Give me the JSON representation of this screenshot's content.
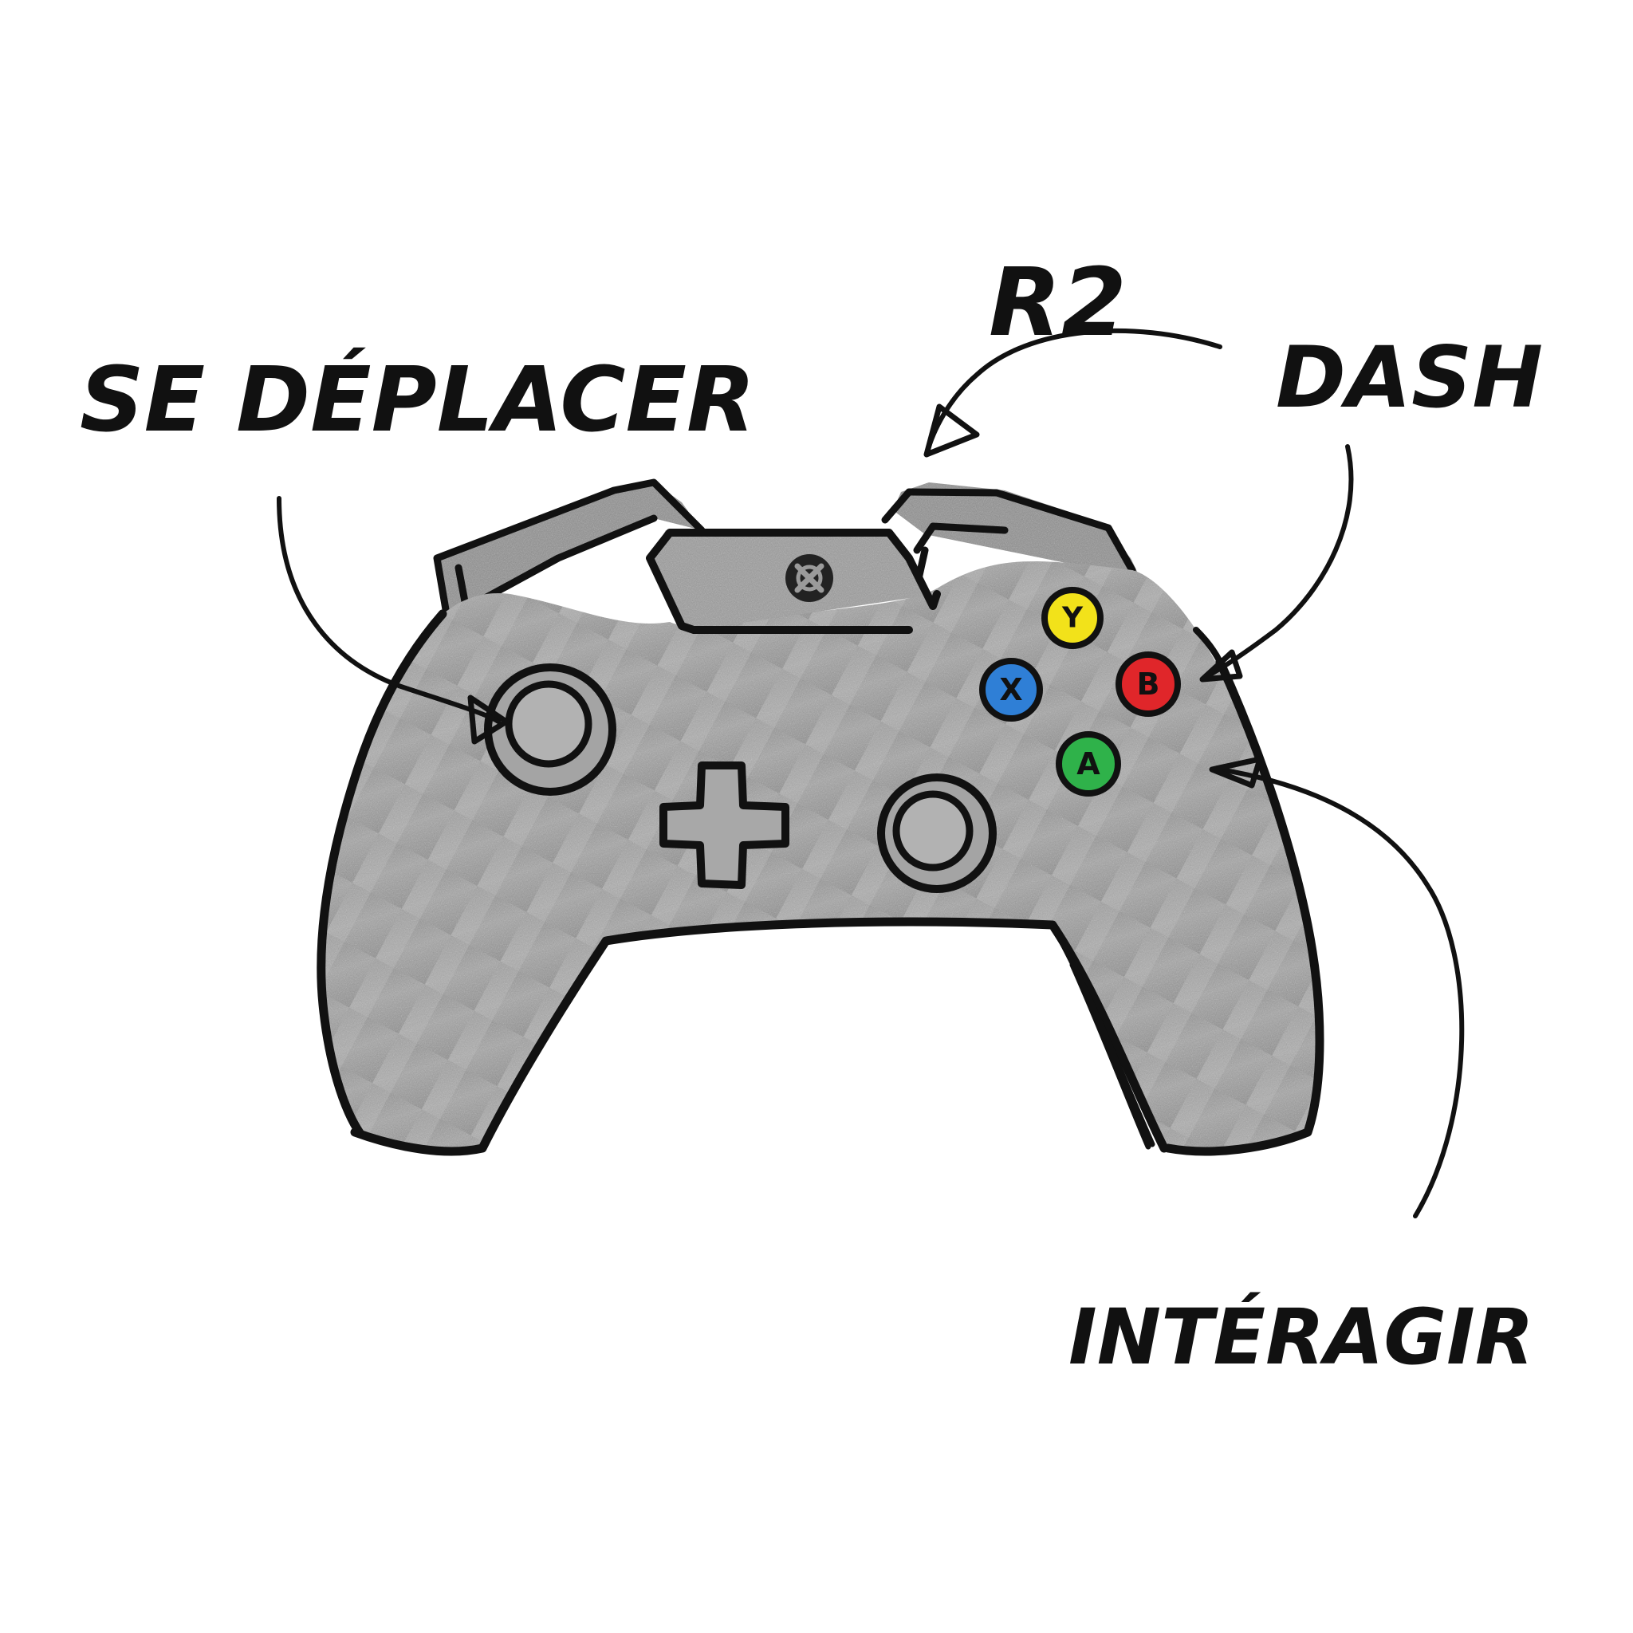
{
  "labels": {
    "move": "SE DÉPLACER",
    "r2": "R2",
    "dash": "DASH",
    "interact": "INTÉRAGIR"
  },
  "buttons": {
    "y": "Y",
    "x": "X",
    "b": "B",
    "a": "A"
  },
  "colors": {
    "body": "#9a9a9a",
    "ink": "#111111",
    "button_y": "#f2e21a",
    "button_x": "#2f7fd6",
    "button_b": "#e0262a",
    "button_a": "#2fb24a",
    "background": "#ffffff"
  },
  "icons": {
    "guide": "xbox-guide-icon",
    "dpad": "dpad-icon"
  }
}
